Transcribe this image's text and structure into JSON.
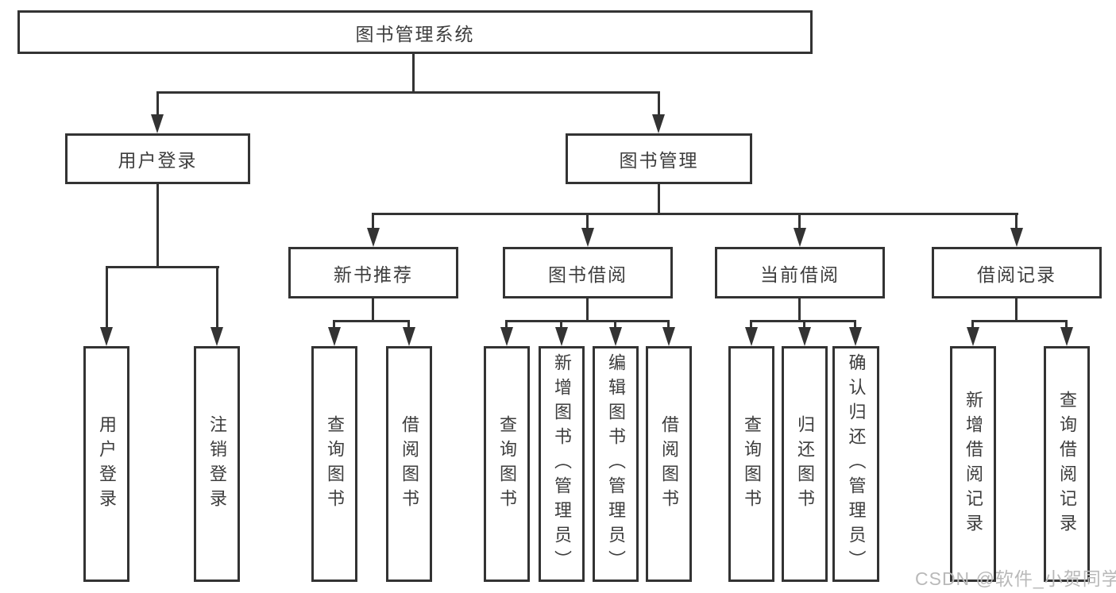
{
  "diagram_type": "hierarchy-tree",
  "nodes": {
    "root": {
      "label": "图书管理系统"
    },
    "level2": [
      {
        "label": "用户登录"
      },
      {
        "label": "图书管理"
      }
    ],
    "level3": [
      {
        "label": "新书推荐"
      },
      {
        "label": "图书借阅"
      },
      {
        "label": "当前借阅"
      },
      {
        "label": "借阅记录"
      }
    ],
    "leaves": [
      {
        "label": "用户登录"
      },
      {
        "label": "注销登录"
      },
      {
        "label": "查询图书"
      },
      {
        "label": "借阅图书"
      },
      {
        "label": "查询图书"
      },
      {
        "label": "新增图书（管理员）"
      },
      {
        "label": "编辑图书（管理员）"
      },
      {
        "label": "借阅图书"
      },
      {
        "label": "查询图书"
      },
      {
        "label": "归还图书"
      },
      {
        "label": "确认归还（管理员）"
      },
      {
        "label": "新增借阅记录"
      },
      {
        "label": "查询借阅记录"
      }
    ]
  },
  "hierarchy": {
    "图书管理系统": {
      "用户登录": [
        "用户登录",
        "注销登录"
      ],
      "图书管理": {
        "新书推荐": [
          "查询图书",
          "借阅图书"
        ],
        "图书借阅": [
          "查询图书",
          "新增图书（管理员）",
          "编辑图书（管理员）",
          "借阅图书"
        ],
        "当前借阅": [
          "查询图书",
          "归还图书",
          "确认归还（管理员）"
        ],
        "借阅记录": [
          "新增借阅记录",
          "查询借阅记录"
        ]
      }
    }
  },
  "watermark": {
    "text": "CSDN @软件_小贺同学",
    "color": "#b9b9b9"
  },
  "colors": {
    "line": "#333333",
    "box_border": "#333333",
    "box_fill": "#ffffff",
    "text": "#3d3d3d",
    "background": "#ffffff"
  }
}
